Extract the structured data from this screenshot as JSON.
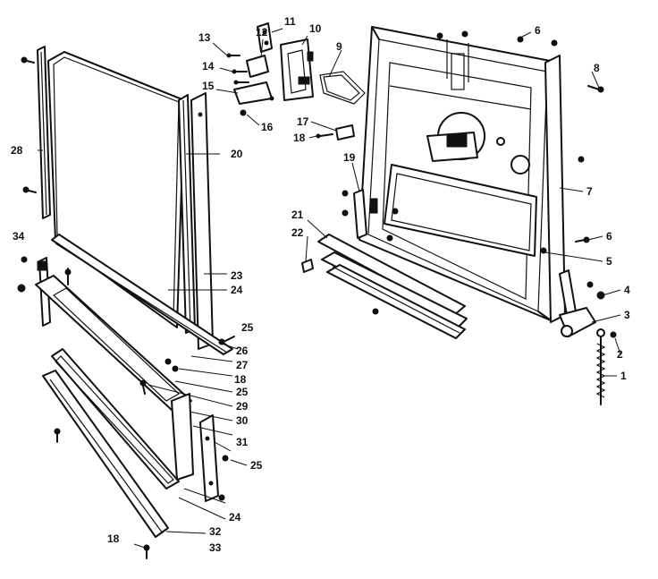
{
  "diagram": {
    "callouts": [
      {
        "id": "c1",
        "text": "1"
      },
      {
        "id": "c2",
        "text": "2"
      },
      {
        "id": "c3",
        "text": "3"
      },
      {
        "id": "c4",
        "text": "4"
      },
      {
        "id": "c5",
        "text": "5"
      },
      {
        "id": "c6a",
        "text": "6"
      },
      {
        "id": "c6b",
        "text": "6"
      },
      {
        "id": "c7",
        "text": "7"
      },
      {
        "id": "c8",
        "text": "8"
      },
      {
        "id": "c9",
        "text": "9"
      },
      {
        "id": "c10",
        "text": "10"
      },
      {
        "id": "c11",
        "text": "11"
      },
      {
        "id": "c12",
        "text": "12"
      },
      {
        "id": "c13",
        "text": "13"
      },
      {
        "id": "c14",
        "text": "14"
      },
      {
        "id": "c15",
        "text": "15"
      },
      {
        "id": "c16",
        "text": "16"
      },
      {
        "id": "c17",
        "text": "17"
      },
      {
        "id": "c18a",
        "text": "18"
      },
      {
        "id": "c18b",
        "text": "18"
      },
      {
        "id": "c18c",
        "text": "18"
      },
      {
        "id": "c19",
        "text": "19"
      },
      {
        "id": "c20",
        "text": "20"
      },
      {
        "id": "c21",
        "text": "21"
      },
      {
        "id": "c22",
        "text": "22"
      },
      {
        "id": "c23",
        "text": "23"
      },
      {
        "id": "c24a",
        "text": "24"
      },
      {
        "id": "c24b",
        "text": "24"
      },
      {
        "id": "c25a",
        "text": "25"
      },
      {
        "id": "c25b",
        "text": "25"
      },
      {
        "id": "c25c",
        "text": "25"
      },
      {
        "id": "c26",
        "text": "26"
      },
      {
        "id": "c27",
        "text": "27"
      },
      {
        "id": "c28",
        "text": "28"
      },
      {
        "id": "c29",
        "text": "29"
      },
      {
        "id": "c30",
        "text": "30"
      },
      {
        "id": "c31",
        "text": "31"
      },
      {
        "id": "c32",
        "text": "32"
      },
      {
        "id": "c33",
        "text": "33"
      },
      {
        "id": "c34",
        "text": "34"
      }
    ]
  }
}
